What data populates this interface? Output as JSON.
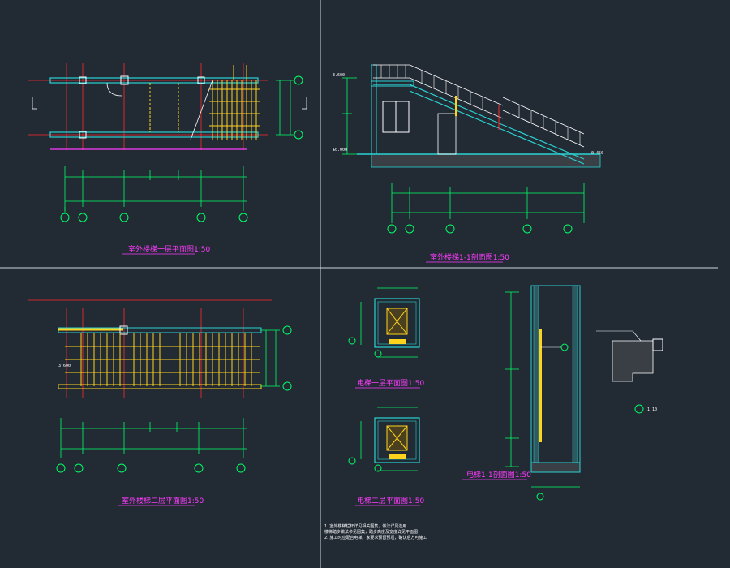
{
  "drawing": {
    "panels": [
      {
        "id": "p1",
        "title": "室外楼梯一层平面图1:50"
      },
      {
        "id": "p2",
        "title": "室外楼梯1-1剖面图1:50"
      },
      {
        "id": "p3",
        "title": "室外楼梯二层平面图1:50"
      },
      {
        "id": "p4a",
        "title": "电梯一层平面图1:50"
      },
      {
        "id": "p4b",
        "title": "电梯二层平面图1:50"
      },
      {
        "id": "p4c",
        "title": "电梯1-1剖面图1:50"
      }
    ],
    "callout_scale": "1:10",
    "level_labels": {
      "top": "3.600",
      "ground": "±0.000",
      "right": "-0.450",
      "left_mid": "3.600"
    },
    "notes": [
      "1. 室外楼梯栏杆详见相关图集，做法详见选用",
      "   楼梯踏步做法参见图集，踏步高度及宽度详见平面图",
      "2. 施工时应配合电梯厂家要求预留预埋，确认后方可施工"
    ]
  },
  "colors": {
    "background": "#222a34",
    "wall": "#29d3d3",
    "grid": "#ff2a2a",
    "dim": "#00ff66",
    "stair": "#ffd21e",
    "magenta": "#ff3cff",
    "white": "#ffffff"
  }
}
